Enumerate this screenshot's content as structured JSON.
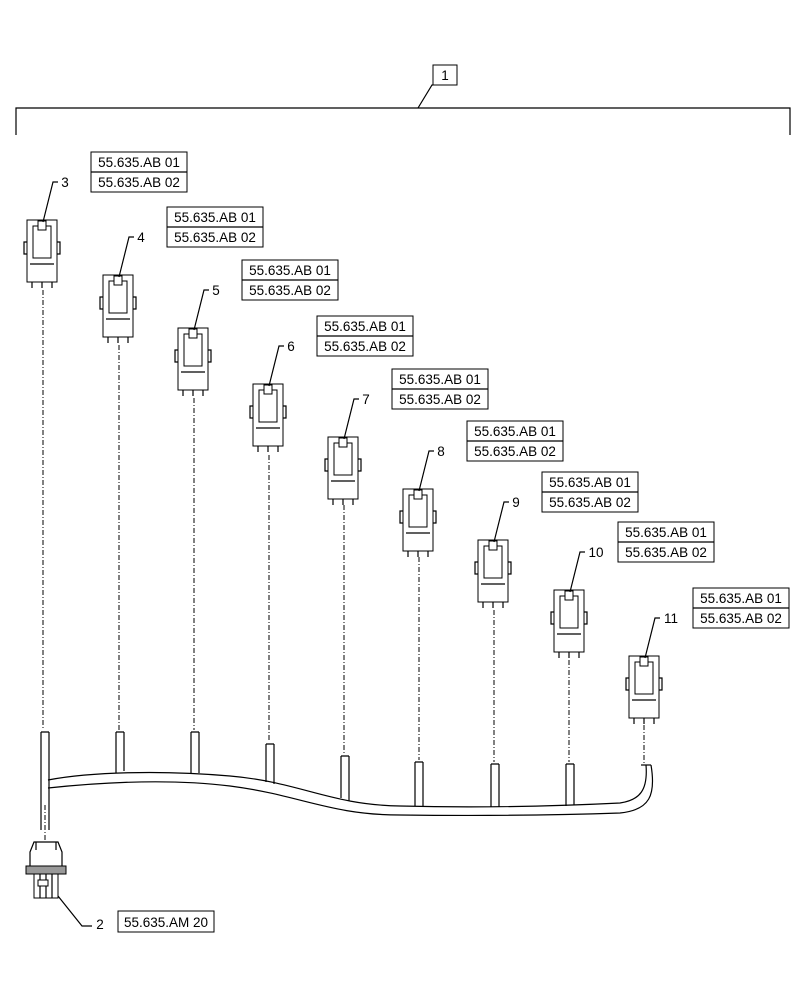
{
  "assembly": {
    "item_number": "1"
  },
  "connectors": [
    {
      "item": "3",
      "refs": [
        "55.635.AB 01",
        "55.635.AB 02"
      ]
    },
    {
      "item": "4",
      "refs": [
        "55.635.AB 01",
        "55.635.AB 02"
      ]
    },
    {
      "item": "5",
      "refs": [
        "55.635.AB 01",
        "55.635.AB 02"
      ]
    },
    {
      "item": "6",
      "refs": [
        "55.635.AB 01",
        "55.635.AB 02"
      ]
    },
    {
      "item": "7",
      "refs": [
        "55.635.AB 01",
        "55.635.AB 02"
      ]
    },
    {
      "item": "8",
      "refs": [
        "55.635.AB 01",
        "55.635.AB 02"
      ]
    },
    {
      "item": "9",
      "refs": [
        "55.635.AB 01",
        "55.635.AB 02"
      ]
    },
    {
      "item": "10",
      "refs": [
        "55.635.AB 01",
        "55.635.AB 02"
      ]
    },
    {
      "item": "11",
      "refs": [
        "55.635.AB 01",
        "55.635.AB 02"
      ]
    }
  ],
  "main_connector": {
    "item": "2",
    "ref": "55.635.AM 20"
  }
}
